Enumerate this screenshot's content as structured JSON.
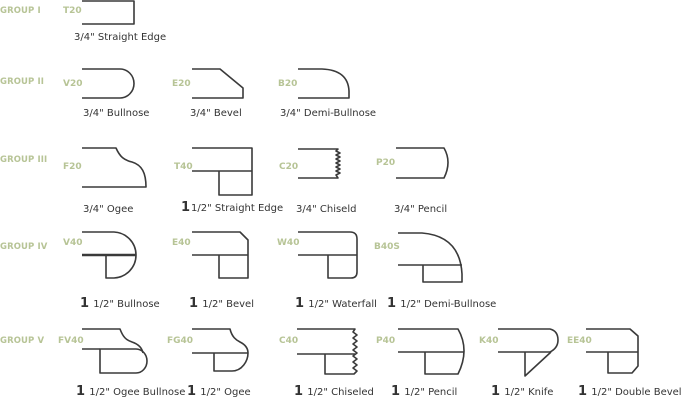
{
  "colors": {
    "label_green": "#b7c496",
    "line": "#3a3a3a",
    "text": "#333333"
  },
  "groups": [
    {
      "label": "GROUP I",
      "edges": [
        {
          "code": "T20",
          "prefix": "",
          "name": "3/4\" Straight Edge"
        }
      ]
    },
    {
      "label": "GROUP II",
      "edges": [
        {
          "code": "V20",
          "prefix": "",
          "name": "3/4\" Bullnose"
        },
        {
          "code": "E20",
          "prefix": "",
          "name": "3/4\" Bevel"
        },
        {
          "code": "B20",
          "prefix": "",
          "name": "3/4\" Demi-Bullnose"
        }
      ]
    },
    {
      "label": "GROUP III",
      "edges": [
        {
          "code": "F20",
          "prefix": "",
          "name": "3/4\" Ogee"
        },
        {
          "code": "T40",
          "prefix": "1",
          "name": "1/2\" Straight Edge"
        },
        {
          "code": "C20",
          "prefix": "",
          "name": "3/4\" Chiseld"
        },
        {
          "code": "P20",
          "prefix": "",
          "name": "3/4\" Pencil"
        }
      ]
    },
    {
      "label": "GROUP IV",
      "edges": [
        {
          "code": "V40",
          "prefix": "1",
          "name": "1/2\" Bullnose"
        },
        {
          "code": "E40",
          "prefix": "1",
          "name": "1/2\" Bevel"
        },
        {
          "code": "W40",
          "prefix": "1",
          "name": "1/2\" Waterfall"
        },
        {
          "code": "B40S",
          "prefix": "1",
          "name": "1/2\" Demi-Bullnose"
        }
      ]
    },
    {
      "label": "GROUP V",
      "edges": [
        {
          "code": "FV40",
          "prefix": "1",
          "name": "1/2\" Ogee Bullnose"
        },
        {
          "code": "FG40",
          "prefix": "1",
          "name": "1/2\" Ogee"
        },
        {
          "code": "C40",
          "prefix": "1",
          "name": "1/2\" Chiseled"
        },
        {
          "code": "P40",
          "prefix": "1",
          "name": "1/2\" Pencil"
        },
        {
          "code": "K40",
          "prefix": "1",
          "name": "1/2\" Knife"
        },
        {
          "code": "EE40",
          "prefix": "1",
          "name": "1/2\" Double Bevel"
        }
      ]
    }
  ]
}
